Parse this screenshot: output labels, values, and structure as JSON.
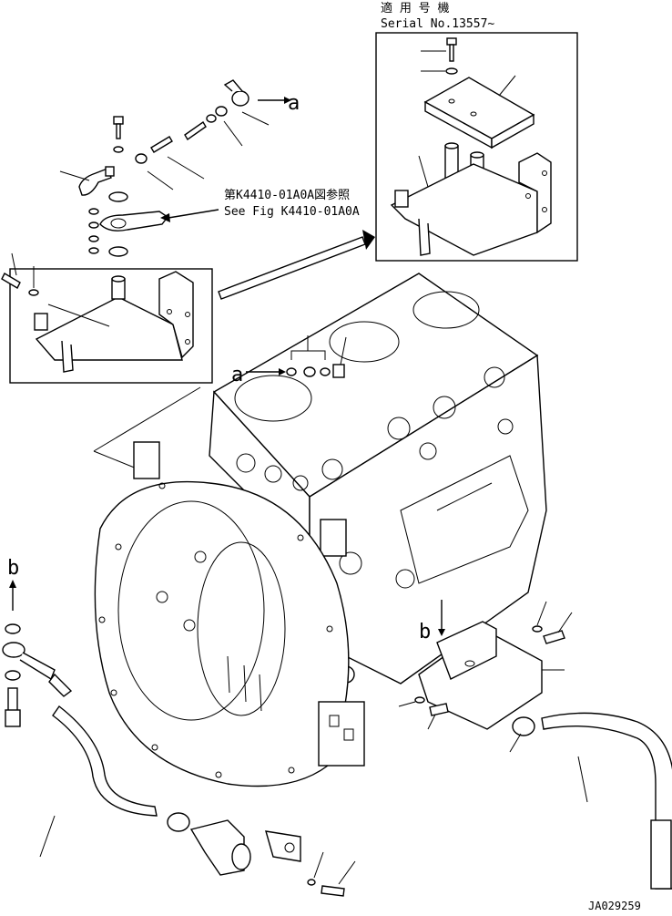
{
  "serial_note": {
    "line1": "適 用 号 機",
    "line2": "Serial No.13557~"
  },
  "figure_reference": {
    "jp": "第K4410-01A0A図参照",
    "en": "See Fig K4410-01A0A"
  },
  "callouts": {
    "a_top": "a",
    "a_left": "a",
    "b_left": "b",
    "b_right": "b"
  },
  "drawing_number": "JA029259"
}
